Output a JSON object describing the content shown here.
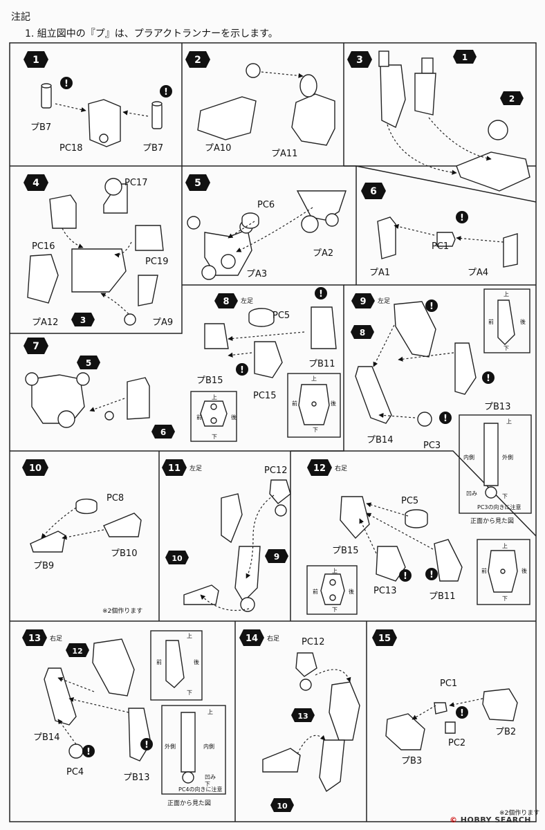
{
  "notes": {
    "title": "注記",
    "line1": "1. 組立図中の『プ』は、プラアクトランナーを示します。"
  },
  "steps": [
    {
      "num": "1",
      "parts": [
        "プB7",
        "PC18",
        "プB7"
      ]
    },
    {
      "num": "2",
      "parts": [
        "プA10",
        "プA11"
      ]
    },
    {
      "num": "3",
      "refs": [
        "1",
        "2"
      ]
    },
    {
      "num": "4",
      "parts": [
        "PC17",
        "PC16",
        "PC19",
        "プA12",
        "プA9"
      ],
      "refs": [
        "3"
      ]
    },
    {
      "num": "5",
      "parts": [
        "PC6",
        "プA2",
        "プA3"
      ]
    },
    {
      "num": "6",
      "parts": [
        "PC1",
        "プA1",
        "プA4"
      ]
    },
    {
      "num": "7",
      "refs": [
        "5",
        "6"
      ]
    },
    {
      "num": "8",
      "side": "左足",
      "parts": [
        "PC5",
        "プB11",
        "プB15",
        "PC15"
      ]
    },
    {
      "num": "9",
      "side": "左足",
      "parts": [
        "プB13",
        "プB14",
        "PC3"
      ],
      "refs": [
        "8"
      ]
    },
    {
      "num": "10",
      "parts": [
        "PC8",
        "プB10",
        "プB9"
      ],
      "note": "※2個作ります"
    },
    {
      "num": "11",
      "side": "左足",
      "parts": [
        "PC12"
      ],
      "refs": [
        "10",
        "9"
      ]
    },
    {
      "num": "12",
      "side": "右足",
      "parts": [
        "PC5",
        "プB15",
        "PC13",
        "プB11"
      ]
    },
    {
      "num": "13",
      "side": "右足",
      "parts": [
        "プB14",
        "PC4",
        "プB13"
      ],
      "refs": [
        "12"
      ]
    },
    {
      "num": "14",
      "side": "右足",
      "parts": [
        "PC12"
      ],
      "refs": [
        "13",
        "10"
      ]
    },
    {
      "num": "15",
      "parts": [
        "PC1",
        "プB2",
        "PC2",
        "プB3"
      ],
      "note": "※2個作ります"
    }
  ],
  "orientation": {
    "up": "上",
    "down": "下",
    "front": "前",
    "back": "後",
    "inner": "内側",
    "outer": "外側",
    "recess": "凹み",
    "pc3_note": "PC3の向きに注意",
    "pc4_note": "PC4の向きに注意",
    "front_view": "正面から見た図"
  },
  "watermark": {
    "brand": "HOBBY SEARCH",
    "copyright": "©"
  }
}
